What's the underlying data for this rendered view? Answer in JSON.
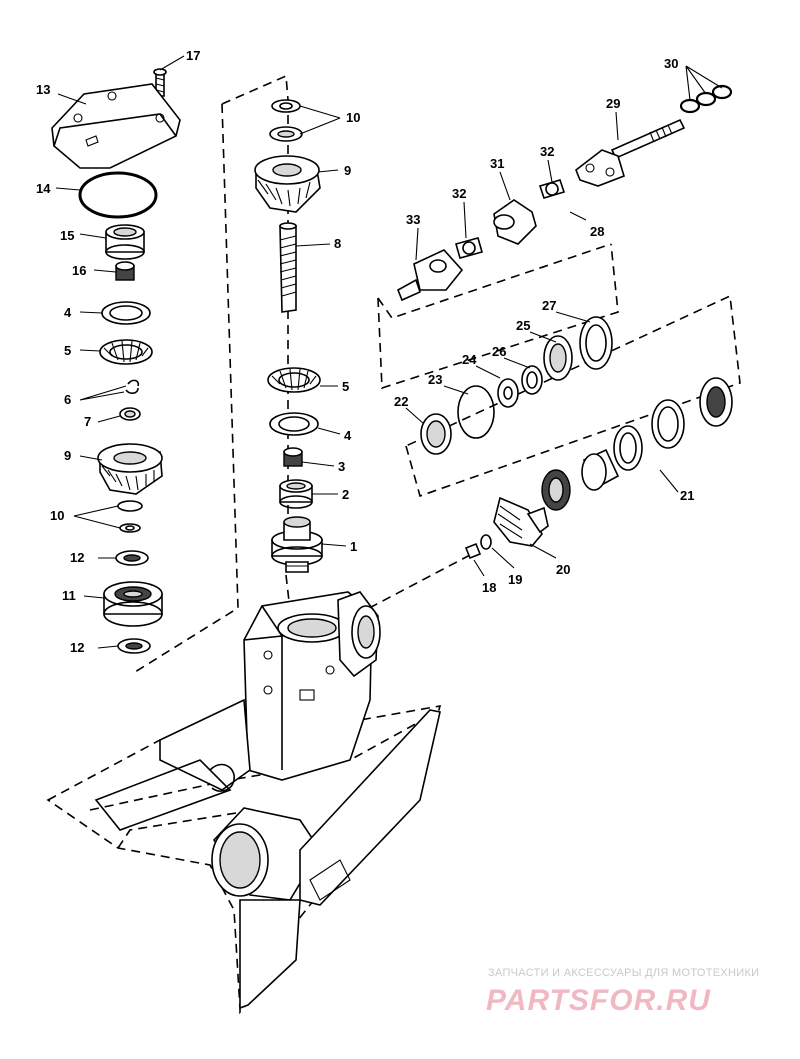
{
  "callouts": [
    {
      "id": "c17",
      "label": "17"
    },
    {
      "id": "c13",
      "label": "13"
    },
    {
      "id": "c14",
      "label": "14"
    },
    {
      "id": "c15",
      "label": "15"
    },
    {
      "id": "c16",
      "label": "16"
    },
    {
      "id": "c4a",
      "label": "4"
    },
    {
      "id": "c5a",
      "label": "5"
    },
    {
      "id": "c6",
      "label": "6"
    },
    {
      "id": "c7",
      "label": "7"
    },
    {
      "id": "c9a",
      "label": "9"
    },
    {
      "id": "c10a",
      "label": "10"
    },
    {
      "id": "c12a",
      "label": "12"
    },
    {
      "id": "c11",
      "label": "11"
    },
    {
      "id": "c12b",
      "label": "12"
    },
    {
      "id": "c10b",
      "label": "10"
    },
    {
      "id": "c9b",
      "label": "9"
    },
    {
      "id": "c8",
      "label": "8"
    },
    {
      "id": "c5b",
      "label": "5"
    },
    {
      "id": "c4b",
      "label": "4"
    },
    {
      "id": "c3",
      "label": "3"
    },
    {
      "id": "c2",
      "label": "2"
    },
    {
      "id": "c1",
      "label": "1"
    },
    {
      "id": "c30",
      "label": "30"
    },
    {
      "id": "c29",
      "label": "29"
    },
    {
      "id": "c31",
      "label": "31"
    },
    {
      "id": "c32a",
      "label": "32"
    },
    {
      "id": "c32b",
      "label": "32"
    },
    {
      "id": "c33",
      "label": "33"
    },
    {
      "id": "c28",
      "label": "28"
    },
    {
      "id": "c27",
      "label": "27"
    },
    {
      "id": "c25",
      "label": "25"
    },
    {
      "id": "c24",
      "label": "24"
    },
    {
      "id": "c26",
      "label": "26"
    },
    {
      "id": "c23",
      "label": "23"
    },
    {
      "id": "c22",
      "label": "22"
    },
    {
      "id": "c21",
      "label": "21"
    },
    {
      "id": "c20",
      "label": "20"
    },
    {
      "id": "c19",
      "label": "19"
    },
    {
      "id": "c18",
      "label": "18"
    }
  ],
  "watermark": {
    "tagline": "ЗАПЧАСТИ И АКСЕССУАРЫ ДЛЯ МОТОТЕХНИКИ",
    "logo": "PARTSFOR.RU"
  }
}
